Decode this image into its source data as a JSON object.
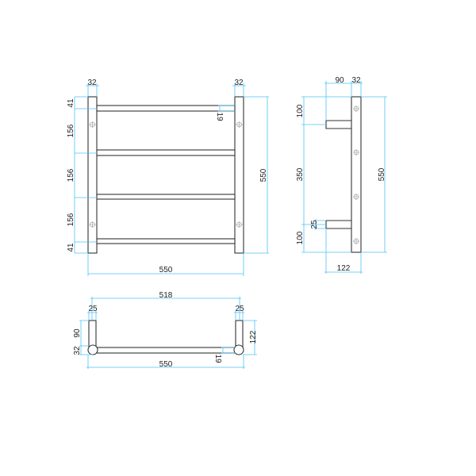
{
  "front_view": {
    "post_width_left": "32",
    "post_width_right": "32",
    "top_offset": "41",
    "spacing_1": "156",
    "spacing_2": "156",
    "spacing_3": "156",
    "bottom_offset": "41",
    "rail_diameter": "19",
    "height": "550",
    "width": "550"
  },
  "side_view": {
    "arm_depth": "90",
    "post_width": "32",
    "top_offset": "100",
    "arm_spacing": "350",
    "bottom_offset": "100",
    "arm_diameter": "25",
    "height": "550",
    "total_depth": "122"
  },
  "top_view": {
    "inner_width": "518",
    "arm_width_left": "25",
    "arm_width_right": "25",
    "arm_depth": "90",
    "post_depth": "32",
    "total_depth": "122",
    "rail_diameter": "19",
    "width": "550"
  }
}
